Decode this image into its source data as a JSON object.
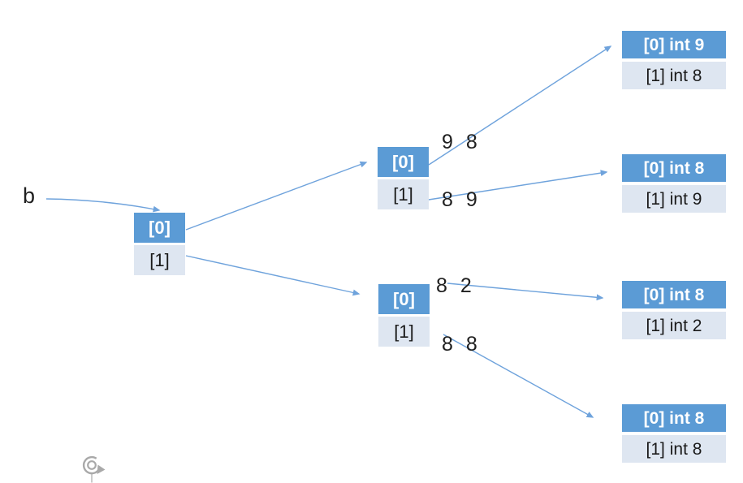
{
  "diagram": {
    "variable_label": "b",
    "root_node": {
      "cells": [
        "[0]",
        "[1]"
      ]
    },
    "mid_nodes": [
      {
        "cells": [
          "[0]",
          "[1]"
        ]
      },
      {
        "cells": [
          "[0]",
          "[1]"
        ]
      }
    ],
    "value_labels": [
      "9 8",
      "8 9",
      "8 2",
      "8 8"
    ],
    "leaf_nodes": [
      {
        "cells": [
          "[0] int 9",
          "[1] int 8"
        ]
      },
      {
        "cells": [
          "[0] int 8",
          "[1] int 9"
        ]
      },
      {
        "cells": [
          "[0] int 8",
          "[1] int 2"
        ]
      },
      {
        "cells": [
          "[0] int 8",
          "[1] int 8"
        ]
      }
    ],
    "icons": {
      "bottom_left": "rotate-replay-icon"
    },
    "colors": {
      "header_bg": "#5B9BD5",
      "cell_bg": "#DEE6F1",
      "header_text": "#FFFFFF",
      "cell_text": "#1A1A1A",
      "text_color": "#1F1F1F",
      "arrow_color": "#6FA3DC",
      "icon_color": "#A9A9A9"
    }
  }
}
